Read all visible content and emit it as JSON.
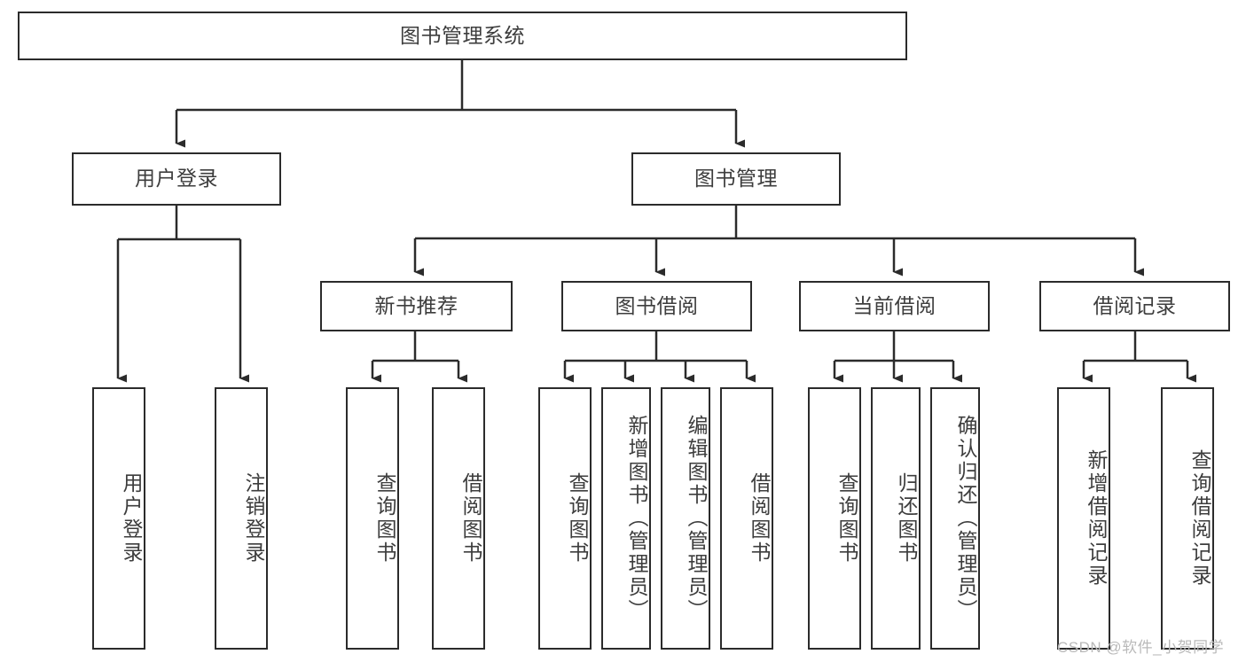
{
  "diagram": {
    "title": "图书管理系统",
    "type": "tree",
    "colors": {
      "border": "#2b2b2b",
      "text": "#3d3d3d",
      "background": "#ffffff",
      "edge": "#2b2b2b",
      "watermark": "#b9b9b9"
    },
    "root": {
      "label": "图书管理系统"
    },
    "level2": [
      {
        "label": "用户登录"
      },
      {
        "label": "图书管理"
      }
    ],
    "level3": [
      {
        "label": "新书推荐"
      },
      {
        "label": "图书借阅"
      },
      {
        "label": "当前借阅"
      },
      {
        "label": "借阅记录"
      }
    ],
    "leaves": [
      {
        "label": "用户登录",
        "parent": "用户登录"
      },
      {
        "label": "注销登录",
        "parent": "用户登录"
      },
      {
        "label": "查询图书",
        "parent": "新书推荐"
      },
      {
        "label": "借阅图书",
        "parent": "新书推荐"
      },
      {
        "label": "查询图书",
        "parent": "图书借阅"
      },
      {
        "label": "新增图书（管理员）",
        "parent": "图书借阅"
      },
      {
        "label": "编辑图书（管理员）",
        "parent": "图书借阅"
      },
      {
        "label": "借阅图书",
        "parent": "图书借阅"
      },
      {
        "label": "查询图书",
        "parent": "当前借阅"
      },
      {
        "label": "归还图书",
        "parent": "当前借阅"
      },
      {
        "label": "确认归还（管理员）",
        "parent": "当前借阅"
      },
      {
        "label": "新增借阅记录",
        "parent": "借阅记录"
      },
      {
        "label": "查询借阅记录",
        "parent": "借阅记录"
      }
    ],
    "watermark": "CSDN @软件_小贺同学"
  }
}
